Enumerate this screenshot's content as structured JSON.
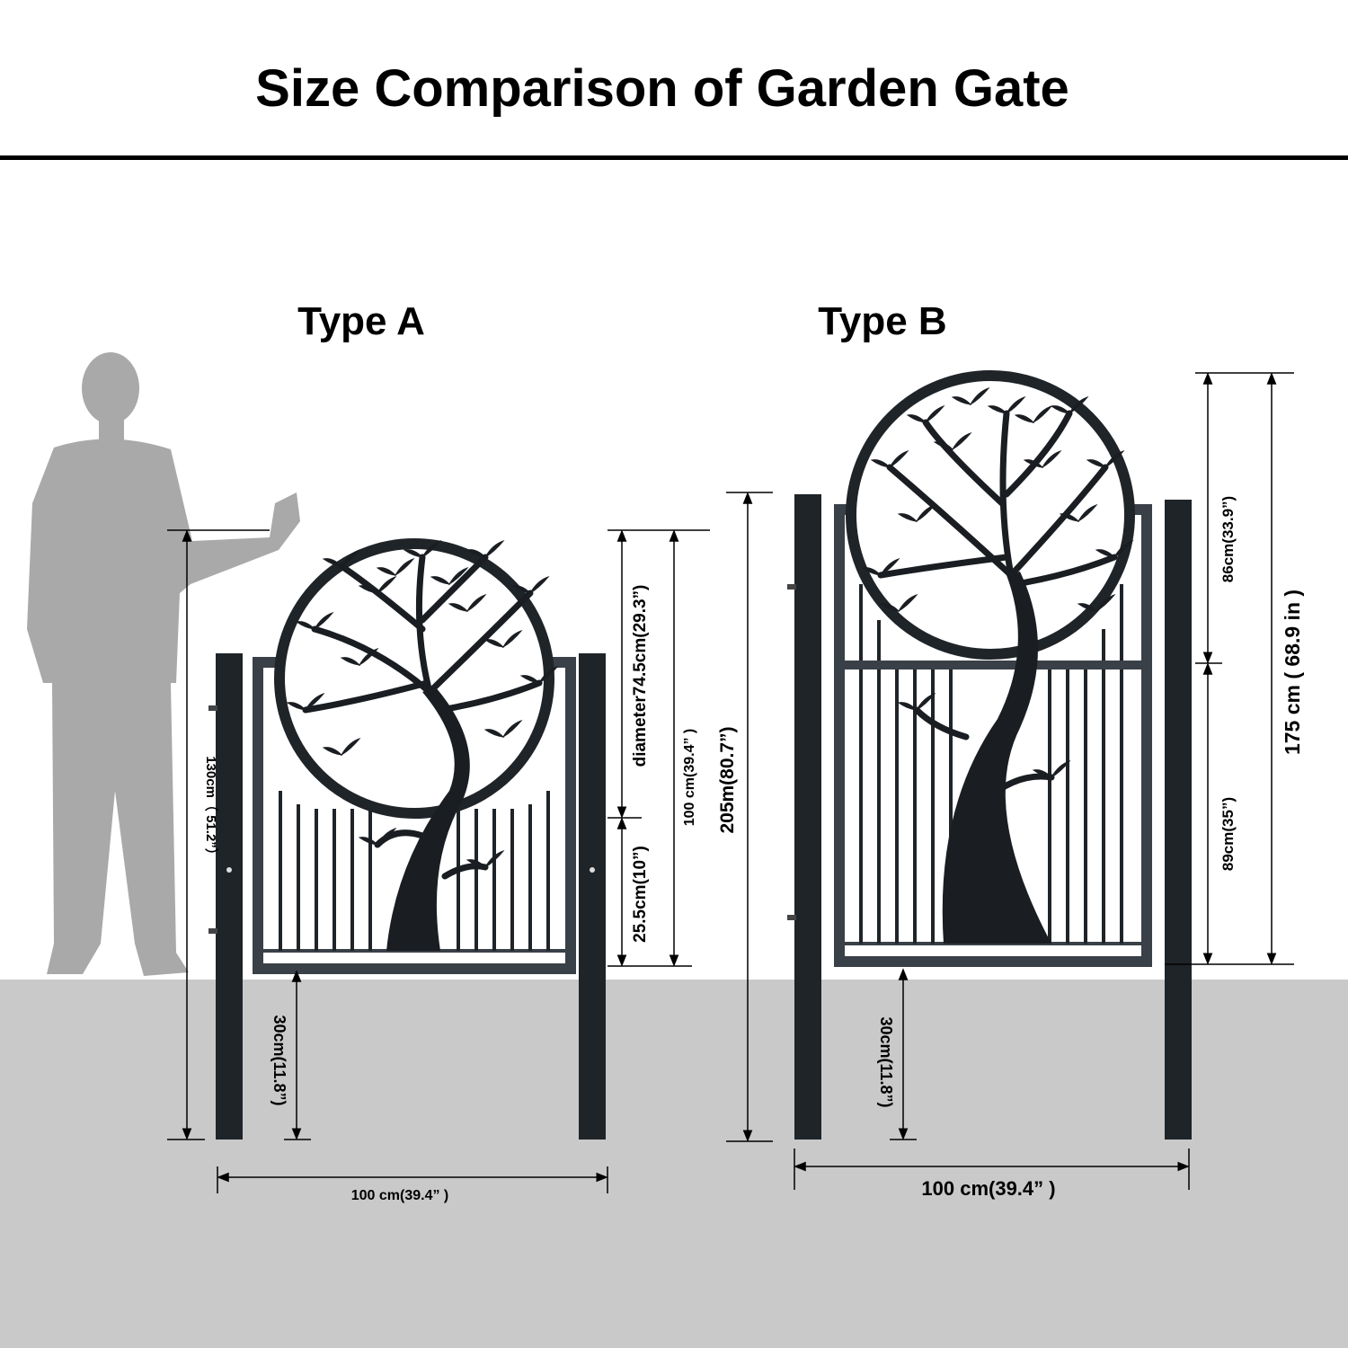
{
  "title": "Size Comparison of Garden Gate",
  "colors": {
    "background": "#ffffff",
    "ground": "#c9c9c9",
    "person": "#a9a9a9",
    "metal": "#1f2429",
    "frame": "#3a4047",
    "dimension": "#000000"
  },
  "type_a": {
    "label": "Type  A",
    "height_total": "130cm（ 51.2”）",
    "diameter": "diameter74.5cm(29.3”)",
    "lower_panel": "25.5cm(10”)",
    "gate_height": "100 cm(39.4”  )",
    "ground_clearance": "30cm(11.8”)",
    "width": "100 cm(39.4”  )"
  },
  "type_b": {
    "label": "Type  B",
    "post_height": "205m(80.7”)",
    "upper_section": "86cm(33.9”)",
    "lower_section": "89cm(35”)",
    "gate_height": "175 cm ( 68.9 in )",
    "ground_clearance": "30cm(11.8”)",
    "width": "100 cm(39.4”  )"
  }
}
